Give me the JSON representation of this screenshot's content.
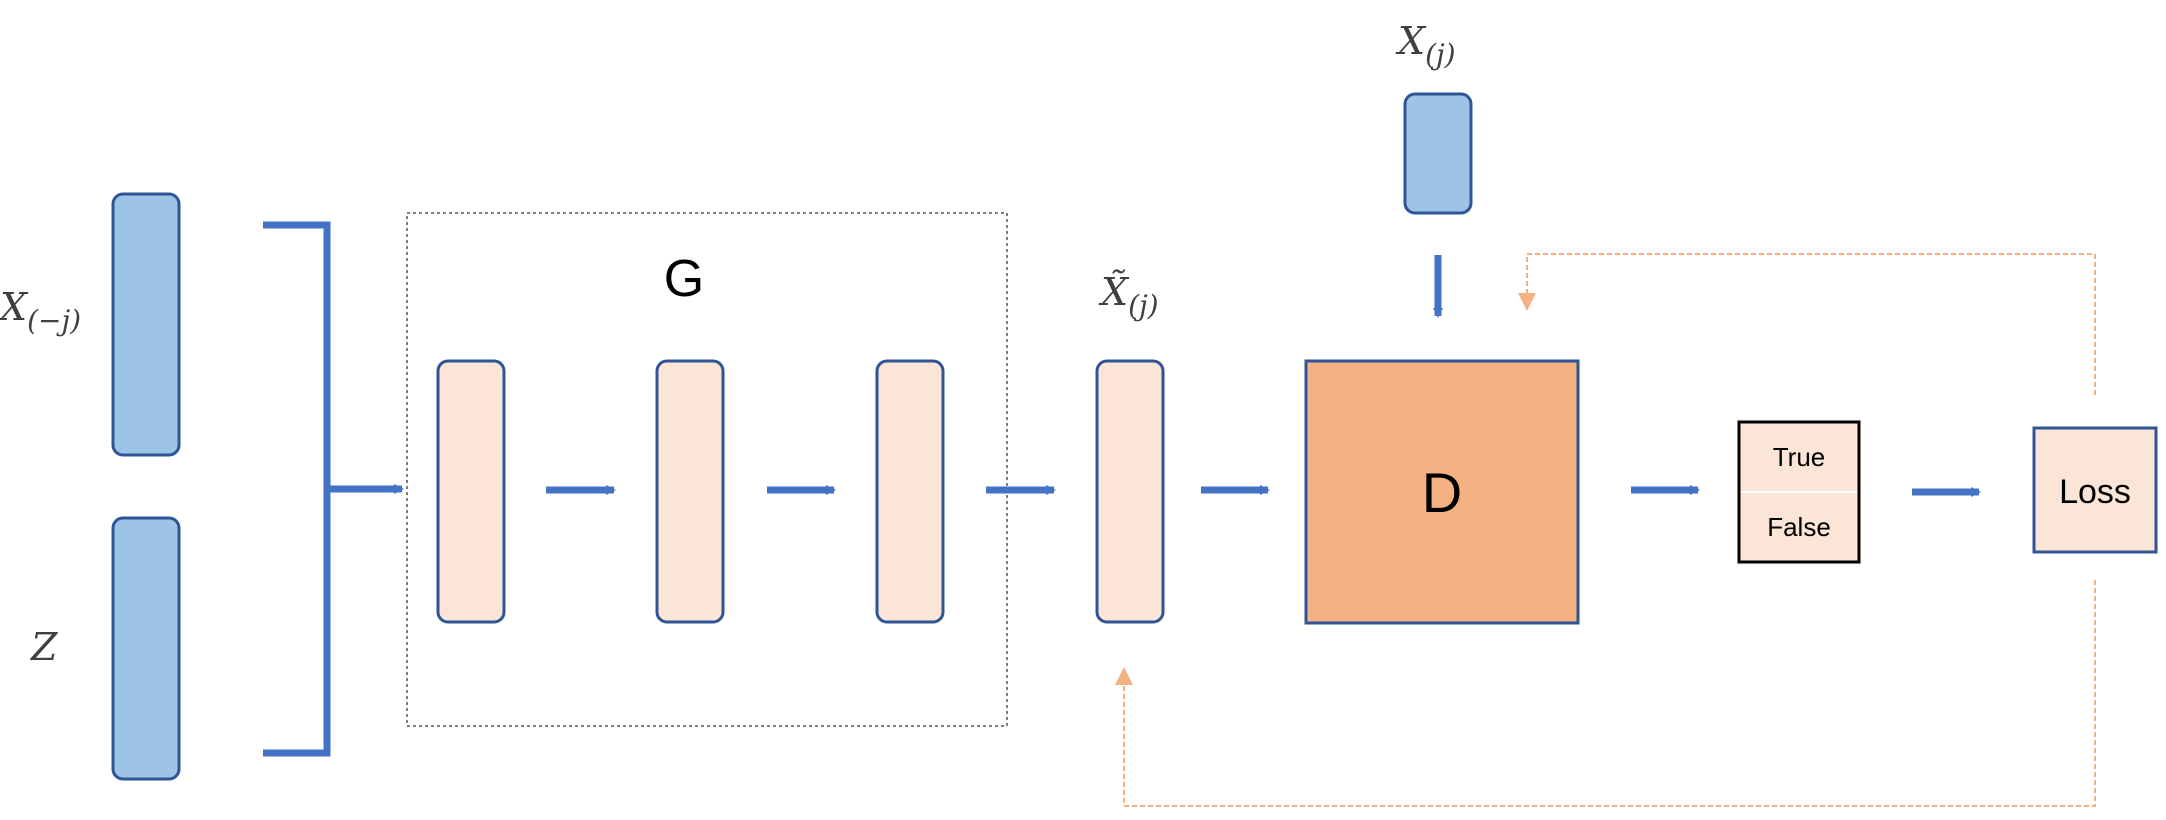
{
  "labels": {
    "x_minus_j_main": "X",
    "x_minus_j_sub": "(−j)",
    "z": "Z",
    "x_j_main": "X",
    "x_j_sub": "(j)",
    "x_tilde_main": "X̃",
    "x_tilde_sub": "(j)",
    "generator": "G",
    "discriminator": "D",
    "true": "True",
    "false": "False",
    "loss": "Loss"
  },
  "colors": {
    "input_fill": "#9dc3e6",
    "stroke": "#2f5597",
    "arrow": "#4472c4",
    "gen_fill": "#fbe5d6",
    "disc_fill": "#f4b183",
    "feedback": "#f4b183",
    "dotted_box": "#7f7f7f"
  }
}
